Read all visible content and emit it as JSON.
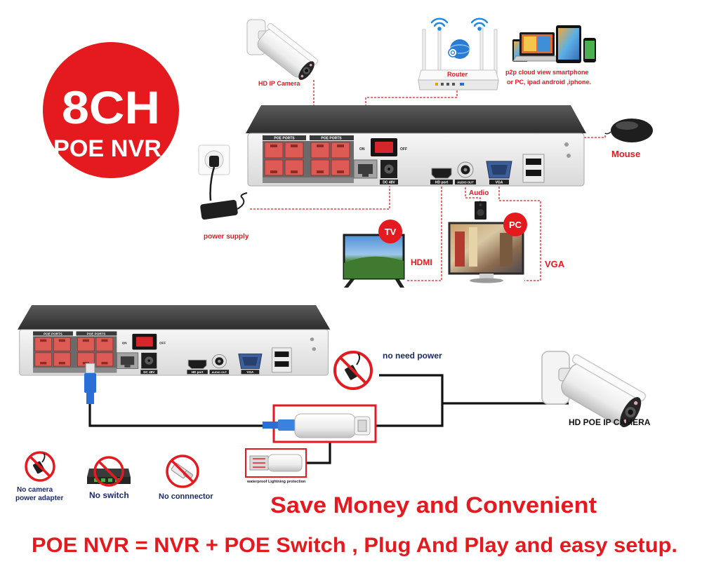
{
  "badge": {
    "line1": "8CH",
    "line2": "POE NVR"
  },
  "top": {
    "camera_label": "HD IP Camera",
    "router_label": "Router",
    "p2p_line1": "p2p cloud  view smartphone",
    "p2p_line2": "or PC, ipad android ,iphone.",
    "mouse_label": "Mouse",
    "power_label": "power supply",
    "tv_badge": "TV",
    "pc_badge": "PC",
    "hdmi_label": "HDMI",
    "vga_label": "VGA",
    "audio_label": "Audio"
  },
  "nvr_panel": {
    "poe_ports_1": "POE PORTS",
    "poe_ports_2": "POE PORTS",
    "on": "ON",
    "off": "OFF",
    "dc": "DC 48V",
    "hd_port": "HD port",
    "audio_out": "AUDIO OUT",
    "vga": "VGA"
  },
  "bottom": {
    "no_power": "no need power",
    "camera_label": "HD POE IP CAMERA",
    "lightning": "waterproof Lightning protection",
    "no_adapter_line1": "No camera",
    "no_adapter_line2": "power adapter",
    "no_switch": "No switch",
    "no_connector": "No connnector"
  },
  "headline": "Save Money and Convenient",
  "tagline": "POE NVR = NVR + POE Switch , Plug And Play and easy setup.",
  "colors": {
    "accent_red": "#e51a1f",
    "label_blue": "#1b2a66"
  }
}
